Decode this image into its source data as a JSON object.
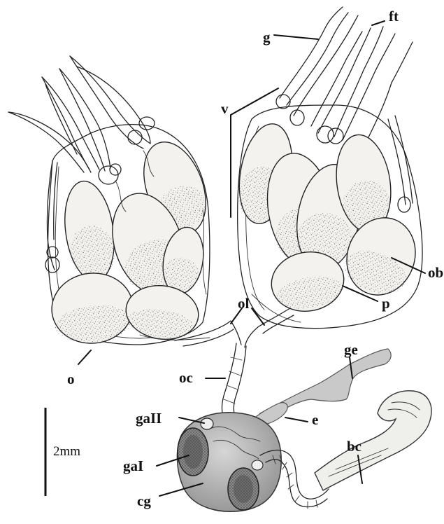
{
  "figure": {
    "labels": {
      "ft": "ft",
      "g": "g",
      "v": "v",
      "ob": "ob",
      "p": "p",
      "ol": "ol",
      "o": "o",
      "ge": "ge",
      "oc": "oc",
      "e": "e",
      "gaII": "gaII",
      "bc": "bc",
      "gaI": "gaI",
      "cg": "cg"
    },
    "scale_bar": {
      "label": "2mm"
    },
    "colors": {
      "ink": "#222222",
      "egg_fill": "#f4f2ef",
      "stipple": "#555555",
      "gland_grey": "#c9c9c9",
      "common_gland": "#b9b9b9",
      "ganglion_dark": "#555555"
    }
  }
}
